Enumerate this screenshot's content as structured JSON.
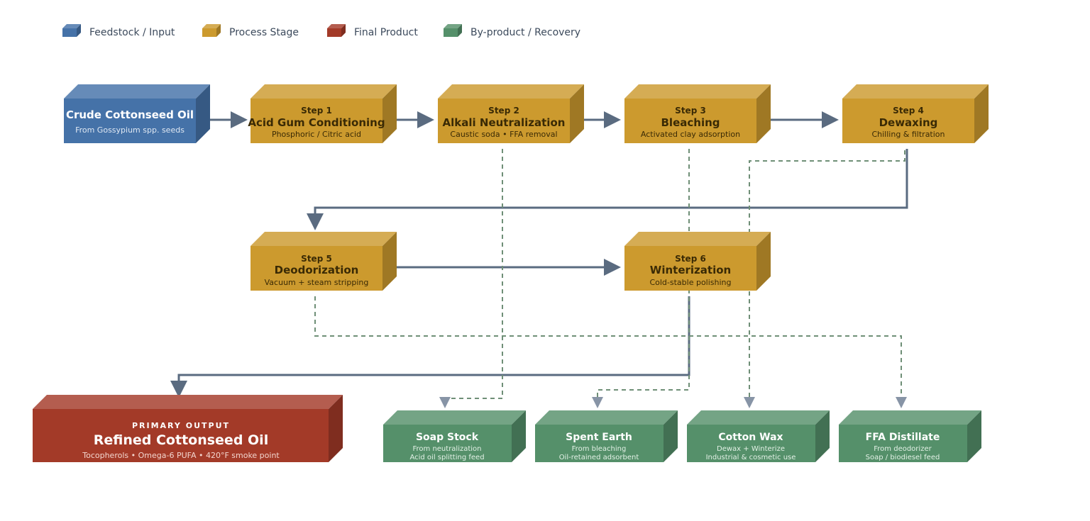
{
  "colors": {
    "feed": "#4572a8",
    "process": "#cc9a2e",
    "final": "#a33a28",
    "byproduct": "#55906a",
    "flow": "#5a6b80",
    "byflow": "#6f8f77",
    "byarrow": "#8794a6"
  },
  "legend": [
    {
      "label": "Feedstock / Input",
      "kind": "feed"
    },
    {
      "label": "Process Stage",
      "kind": "process"
    },
    {
      "label": "Final Product",
      "kind": "final"
    },
    {
      "label": "By-product / Recovery",
      "kind": "byproduct"
    }
  ],
  "input": {
    "title": "Crude Cottonseed Oil",
    "sub": "From Gossypium spp. seeds"
  },
  "steps": [
    {
      "num": "Step 1",
      "title": "Acid Gum Conditioning",
      "sub": "Phosphoric / Citric acid"
    },
    {
      "num": "Step 2",
      "title": "Alkali Neutralization",
      "sub": "Caustic soda • FFA removal"
    },
    {
      "num": "Step 3",
      "title": "Bleaching",
      "sub": "Activated clay adsorption"
    },
    {
      "num": "Step 4",
      "title": "Dewaxing",
      "sub": "Chilling & filtration"
    },
    {
      "num": "Step 5",
      "title": "Deodorization",
      "sub": "Vacuum + steam stripping"
    },
    {
      "num": "Step 6",
      "title": "Winterization",
      "sub": "Cold-stable polishing"
    }
  ],
  "output": {
    "kicker": "PRIMARY OUTPUT",
    "title": "Refined Cottonseed Oil",
    "sub": "Tocopherols • Omega-6 PUFA • 420°F smoke point"
  },
  "byproducts": [
    {
      "title": "Soap Stock",
      "line1": "From neutralization",
      "line2": "Acid oil splitting feed"
    },
    {
      "title": "Spent Earth",
      "line1": "From bleaching",
      "line2": "Oil-retained adsorbent"
    },
    {
      "title": "Cotton Wax",
      "line1": "Dewax + Winterize",
      "line2": "Industrial & cosmetic use"
    },
    {
      "title": "FFA Distillate",
      "line1": "From deodorizer",
      "line2": "Soap / biodiesel feed"
    }
  ]
}
